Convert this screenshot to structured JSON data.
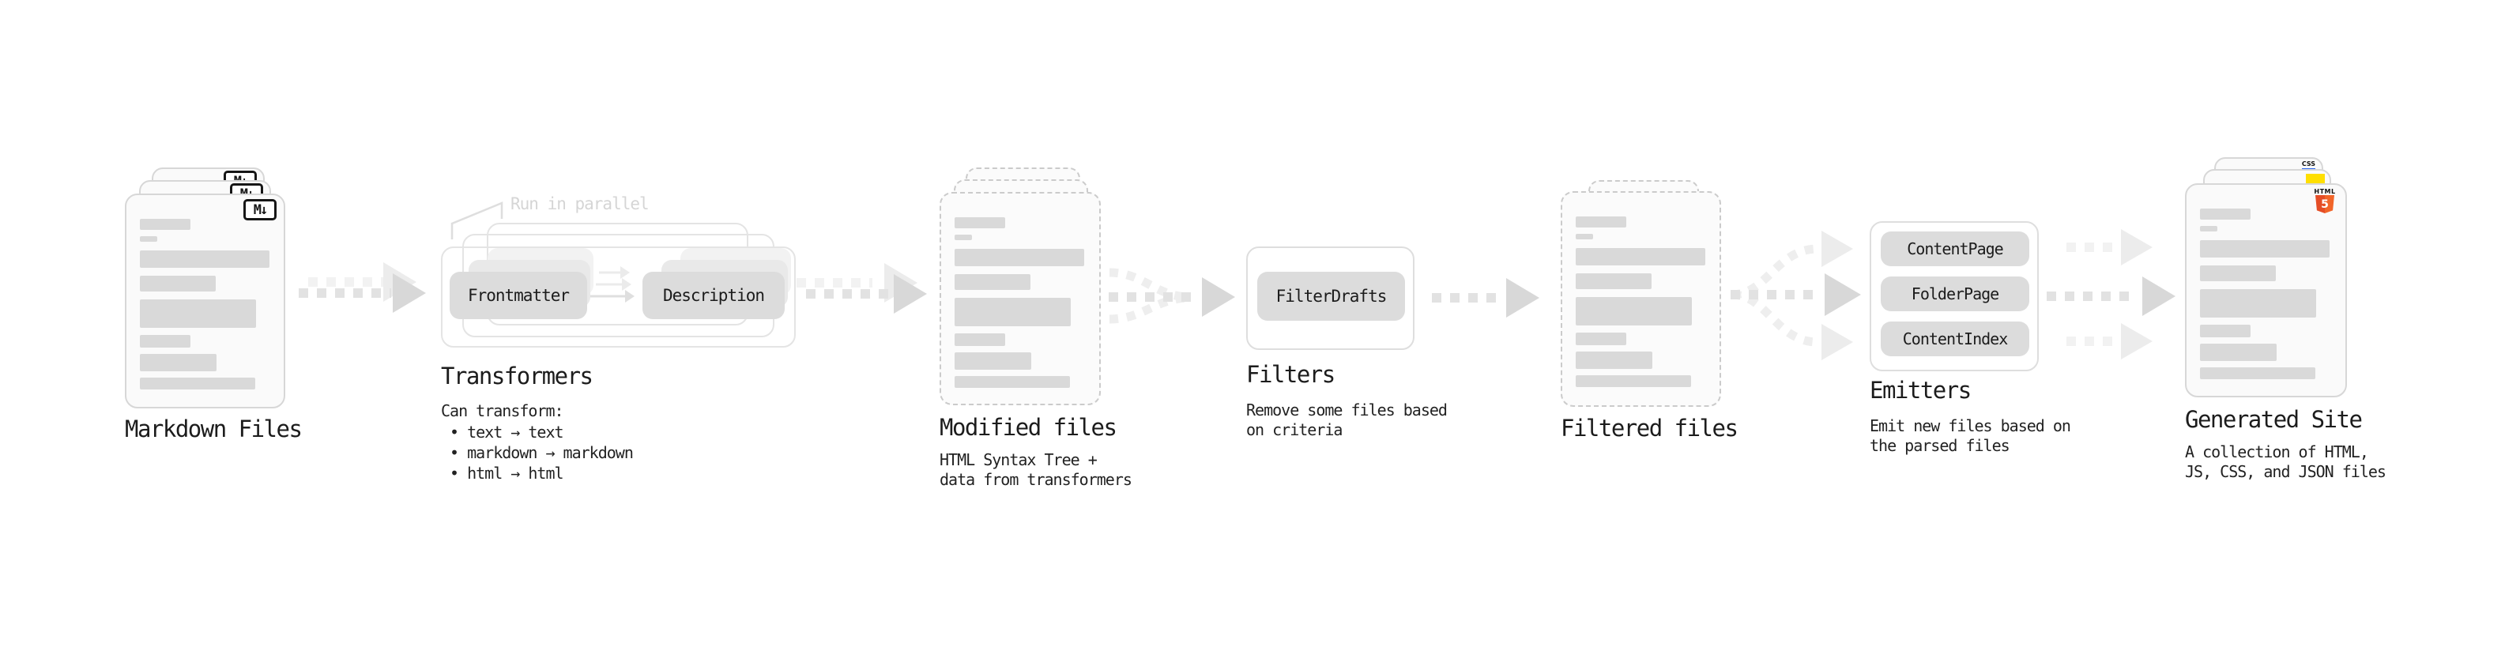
{
  "annotation": {
    "run_in_parallel": "Run in parallel"
  },
  "badges": {
    "markdown": "M↓",
    "html5_label": "HTML",
    "html5_number": "5",
    "css_label": "CSS"
  },
  "stages": {
    "markdown": {
      "title": "Markdown Files"
    },
    "transformers": {
      "title": "Transformers",
      "subtitle": "Can transform:",
      "bullets": [
        "• text → text",
        "• markdown → markdown",
        "• html → html"
      ],
      "pill_left": "Frontmatter",
      "pill_right": "Description"
    },
    "modified": {
      "title": "Modified files",
      "subtitle": "HTML Syntax Tree +\ndata from transformers"
    },
    "filters": {
      "title": "Filters",
      "subtitle": "Remove some files based\non criteria",
      "pill": "FilterDrafts"
    },
    "filtered": {
      "title": "Filtered files"
    },
    "emitters": {
      "title": "Emitters",
      "subtitle": "Emit new files based on\nthe parsed files",
      "pills": [
        "ContentPage",
        "FolderPage",
        "ContentIndex"
      ]
    },
    "generated": {
      "title": "Generated Site",
      "subtitle": "A collection of HTML,\nJS, CSS, and JSON files"
    }
  },
  "colors": {
    "html5_orange": "#e44d26",
    "js_yellow": "#ffdf00",
    "css_blue": "#2965f1",
    "pill_gray": "#dcdcdc",
    "doc_fill": "#fafafa",
    "arrow_gray": "#e2e2e2"
  }
}
